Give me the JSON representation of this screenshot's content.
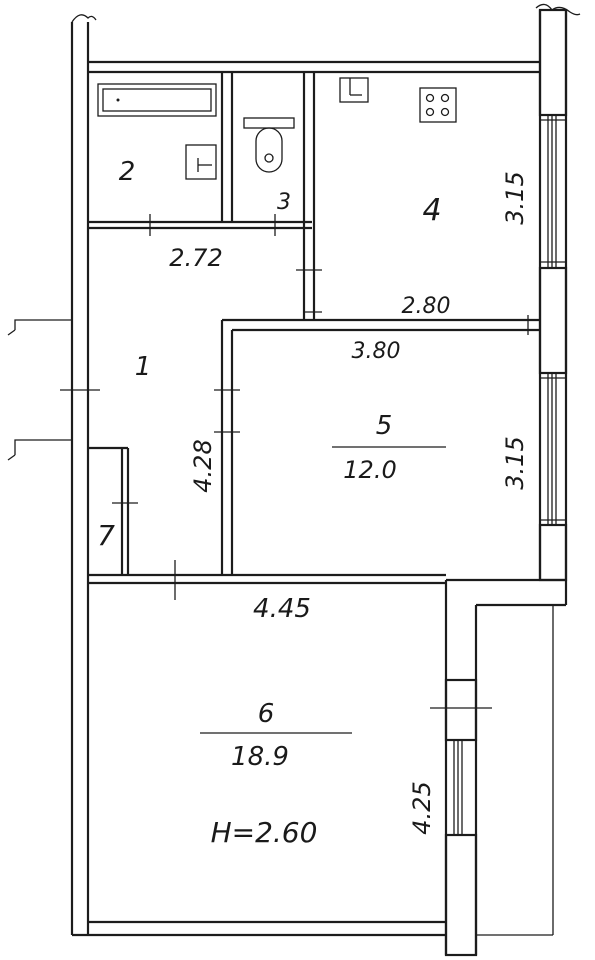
{
  "room_numbers": {
    "room_1": "1",
    "room_2": "2",
    "room_3": "3",
    "room_4": "4",
    "room_5": "5",
    "room_6": "6",
    "room_7": "7"
  },
  "room_areas": {
    "room_5": "12.0",
    "room_6": "18.9"
  },
  "dimensions": {
    "hall_width": "2.72",
    "kitchen_width": "2.80",
    "kitchen_depth": "3.15",
    "room5_width": "3.80",
    "room5_depth": "3.15",
    "hall_length": "4.28",
    "room6_width": "4.45",
    "room6_depth": "4.25"
  },
  "ceiling_height": "H=2.60",
  "colors": {
    "ink": "#1c1c1c",
    "paper": "#ffffff"
  }
}
